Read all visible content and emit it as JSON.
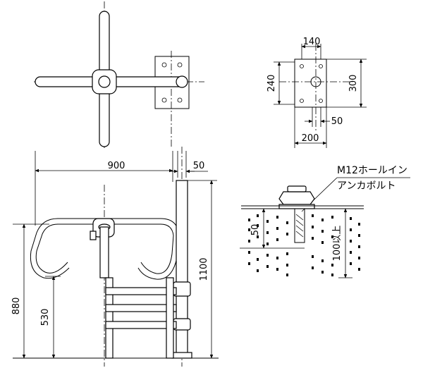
{
  "drawing": {
    "top_plan": {},
    "base_plate": {
      "dims": {
        "width_top": "140",
        "height_left": "240",
        "height_right": "300",
        "offset": "50",
        "width_bottom": "200"
      }
    },
    "front_elevation": {
      "dims": {
        "span": "900",
        "post_offset": "50",
        "total_height": "1100",
        "height_880": "880",
        "height_530": "530"
      }
    },
    "anchor_detail": {
      "callout_line1": "M12ホールイン",
      "callout_line2": "アンカボルト",
      "embed_depth": "50",
      "hole_depth": "100以上"
    }
  }
}
